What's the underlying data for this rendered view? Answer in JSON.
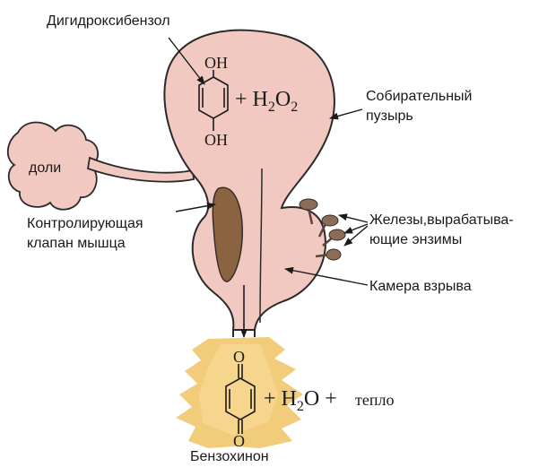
{
  "labels": {
    "dihydroxybenzene": "Дигидроксибензол",
    "collecting_bladder_line1": "Собирательный",
    "collecting_bladder_line2": "пузырь",
    "lobes": "доли",
    "valve_muscle_line1": "Контролирующая",
    "valve_muscle_line2": "клапан мышца",
    "glands_line1": "Железы,вырабатыва-",
    "glands_line2": "ющие энзимы",
    "explosion_chamber": "Камера взрыва",
    "benzoquinone": "Бензохинон"
  },
  "chemistry": {
    "oh_top": "OH",
    "oh_bottom": "OH",
    "plus_h2o2": "+ H",
    "h2o2_sub1": "2",
    "h2o2_o": "O",
    "h2o2_sub2": "2",
    "o_top": "O",
    "o_bottom": "O",
    "plus_h2o": "+ H",
    "h2o_sub": "2",
    "h2o_o": "O +",
    "heat": "тепло"
  },
  "colors": {
    "body_fill": "#f2c9c0",
    "outline": "#2a2a2a",
    "muscle": "#8a6440",
    "gland": "#8a6d58",
    "spray": "#f0c870"
  }
}
